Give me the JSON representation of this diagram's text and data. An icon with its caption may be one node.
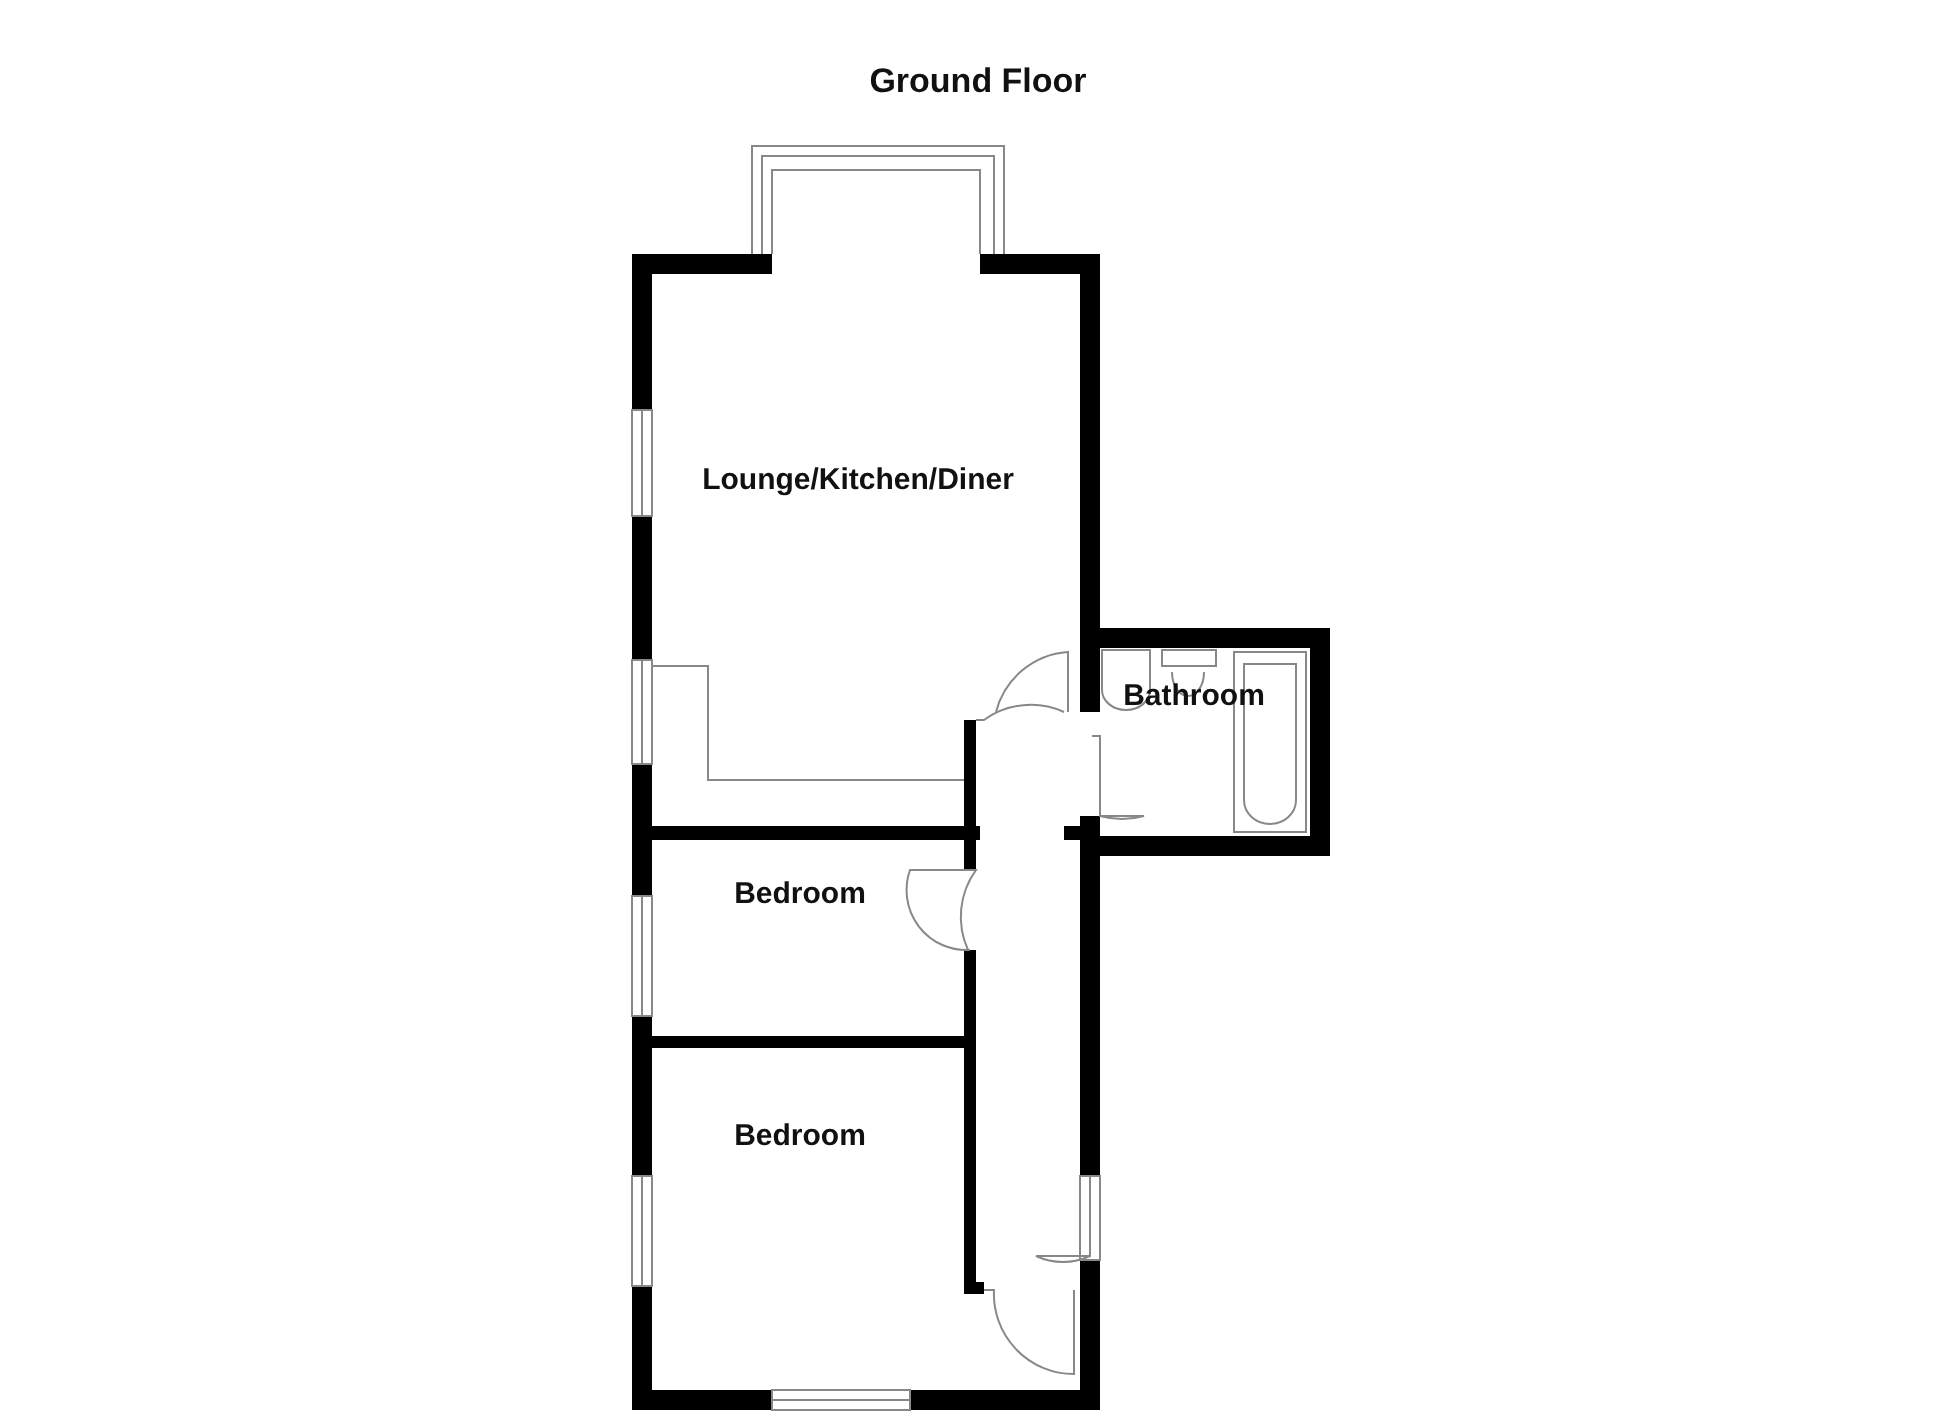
{
  "diagram": {
    "title": "Ground Floor",
    "labels": [
      "Lounge/Kitchen/Diner",
      "Bathroom",
      "Bedroom",
      "Bedroom"
    ]
  }
}
